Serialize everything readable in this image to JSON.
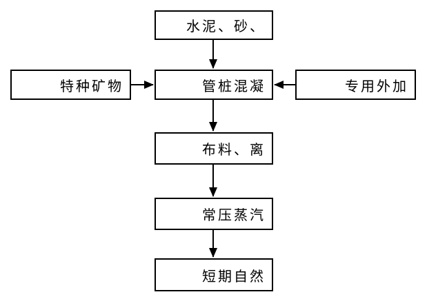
{
  "diagram": {
    "background_color": "#ffffff",
    "line_color": "#000000",
    "nodes": {
      "materials": {
        "label": "水泥、砂、"
      },
      "minerals": {
        "label": "特种矿物"
      },
      "concrete": {
        "label": "管桩混凝"
      },
      "additive": {
        "label": "专用外加"
      },
      "fabric": {
        "label": "布料、离"
      },
      "steam": {
        "label": "常压蒸汽"
      },
      "natural": {
        "label": "短期自然"
      }
    },
    "edges": [
      {
        "from": "materials",
        "to": "concrete",
        "direction": "down"
      },
      {
        "from": "minerals",
        "to": "concrete",
        "direction": "right"
      },
      {
        "from": "additive",
        "to": "concrete",
        "direction": "left"
      },
      {
        "from": "concrete",
        "to": "fabric",
        "direction": "down"
      },
      {
        "from": "fabric",
        "to": "steam",
        "direction": "down"
      },
      {
        "from": "steam",
        "to": "natural",
        "direction": "down"
      }
    ]
  }
}
